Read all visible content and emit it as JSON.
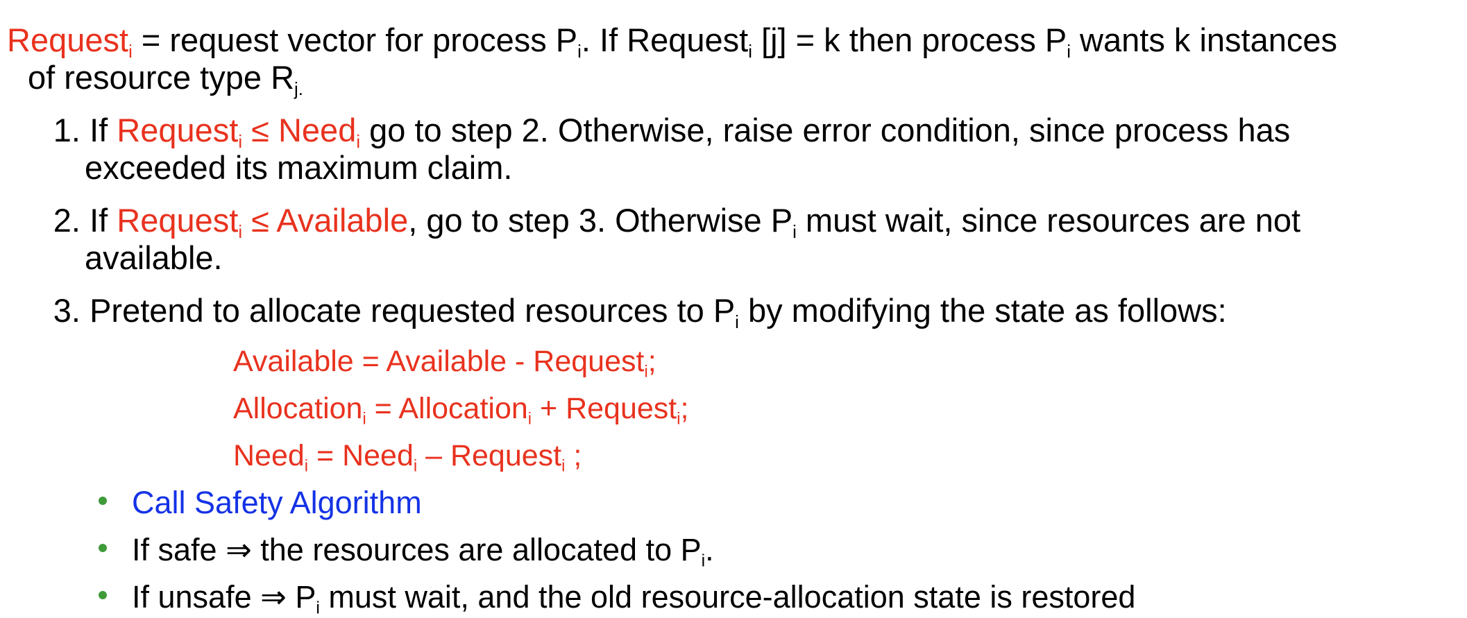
{
  "intro": {
    "line1": {
      "request": "Request",
      "sub_i": "i",
      "t1": " = request vector for process P",
      "t2": ".  If Request",
      "t3": " [j] = k then process P",
      "t4": " wants k instances"
    },
    "line2": {
      "t1": "of resource type R",
      "sub_j": "j."
    }
  },
  "steps": [
    {
      "number": "1.",
      "if": "If ",
      "cond_a": "Request",
      "cond_op": " ≤ Need",
      "rest": " go to step 2.  Otherwise, raise error condition, since process has",
      "cont": "exceeded its maximum claim."
    },
    {
      "number": "2.",
      "if": "If ",
      "cond_a": "Request",
      "cond_op": " ≤ Available",
      "rest": ", go to step 3.  Otherwise P",
      "rest2": "  must wait, since resources are not",
      "cont": "available."
    },
    {
      "number": "3.",
      "text": "Pretend to allocate requested resources to P",
      "text2": " by modifying the state as follows:"
    }
  ],
  "formulas": {
    "f1": {
      "a": "Available = Available - Request",
      "b": ";"
    },
    "f2": {
      "a": "Allocation",
      "b": " = Allocation",
      "c": " + Request",
      "d": ";"
    },
    "f3": {
      "a": "Need",
      "b": " = Need",
      "c": " – Request",
      "d": " ;"
    }
  },
  "bullets": [
    {
      "text": "Call Safety Algorithm"
    },
    {
      "a": "If safe ⇒ the resources are allocated to P",
      "b": "."
    },
    {
      "a": "If unsafe ⇒ P",
      "b": " must wait, and the old resource-allocation state is restored"
    }
  ],
  "colors": {
    "red": "#e8321e",
    "blue": "#1432e6",
    "bullet": "#3f9b3a"
  }
}
